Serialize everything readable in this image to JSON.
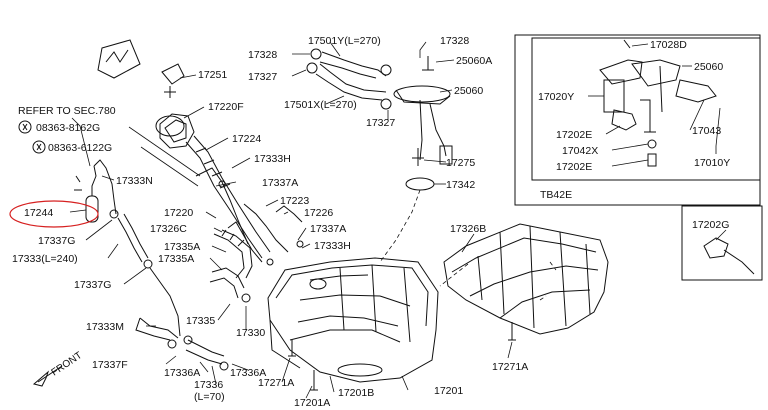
{
  "diagram": {
    "note_refer": "REFER TO SEC.780",
    "bolt_a": "08363-8162G",
    "bolt_b": "08363-6122G",
    "front": "FRONT",
    "engine_code": "TB42E",
    "parts": {
      "p17251": "17251",
      "p17220F": "17220F",
      "p17224": "17224",
      "p17333H_a": "17333H",
      "p17333N": "17333N",
      "p17337A_a": "17337A",
      "p17223": "17223",
      "p17226": "17226",
      "p17220": "17220",
      "p17326C": "17326C",
      "p17337A_b": "17337A",
      "p17333H_b": "17333H",
      "p17335A_a": "17335A",
      "p17335A_b": "17335A",
      "p17244": "17244",
      "p17337G_a": "17337G",
      "p17333": "17333(L=240)",
      "p17337G_b": "17337G",
      "p17333M": "17333M",
      "p17337F": "17337F",
      "p17336A_a": "17336A",
      "p17336A_b": "17336A",
      "p17336": "17336",
      "p17336_len": "(L=70)",
      "p17335": "17335",
      "p17330": "17330",
      "p17271A_a": "17271A",
      "p17201A_a": "17201A",
      "p17201B": "17201B",
      "p17201": "17201",
      "p17271A_b": "17271A",
      "p17326B": "17326B",
      "p17328_a": "17328",
      "p17327_a": "17327",
      "p17501Y": "17501Y(L=270)",
      "p17501X": "17501X(L=270)",
      "p17328_b": "17328",
      "p25060A": "25060A",
      "p25060_a": "25060",
      "p17327_b": "17327",
      "p17275": "17275",
      "p17342": "17342",
      "p17028D": "17028D",
      "p25060_b": "25060",
      "p17020Y": "17020Y",
      "p17202E_a": "17202E",
      "p17042X": "17042X",
      "p17202E_b": "17202E",
      "p17043": "17043",
      "p17010Y": "17010Y",
      "p17202G": "17202G"
    }
  }
}
